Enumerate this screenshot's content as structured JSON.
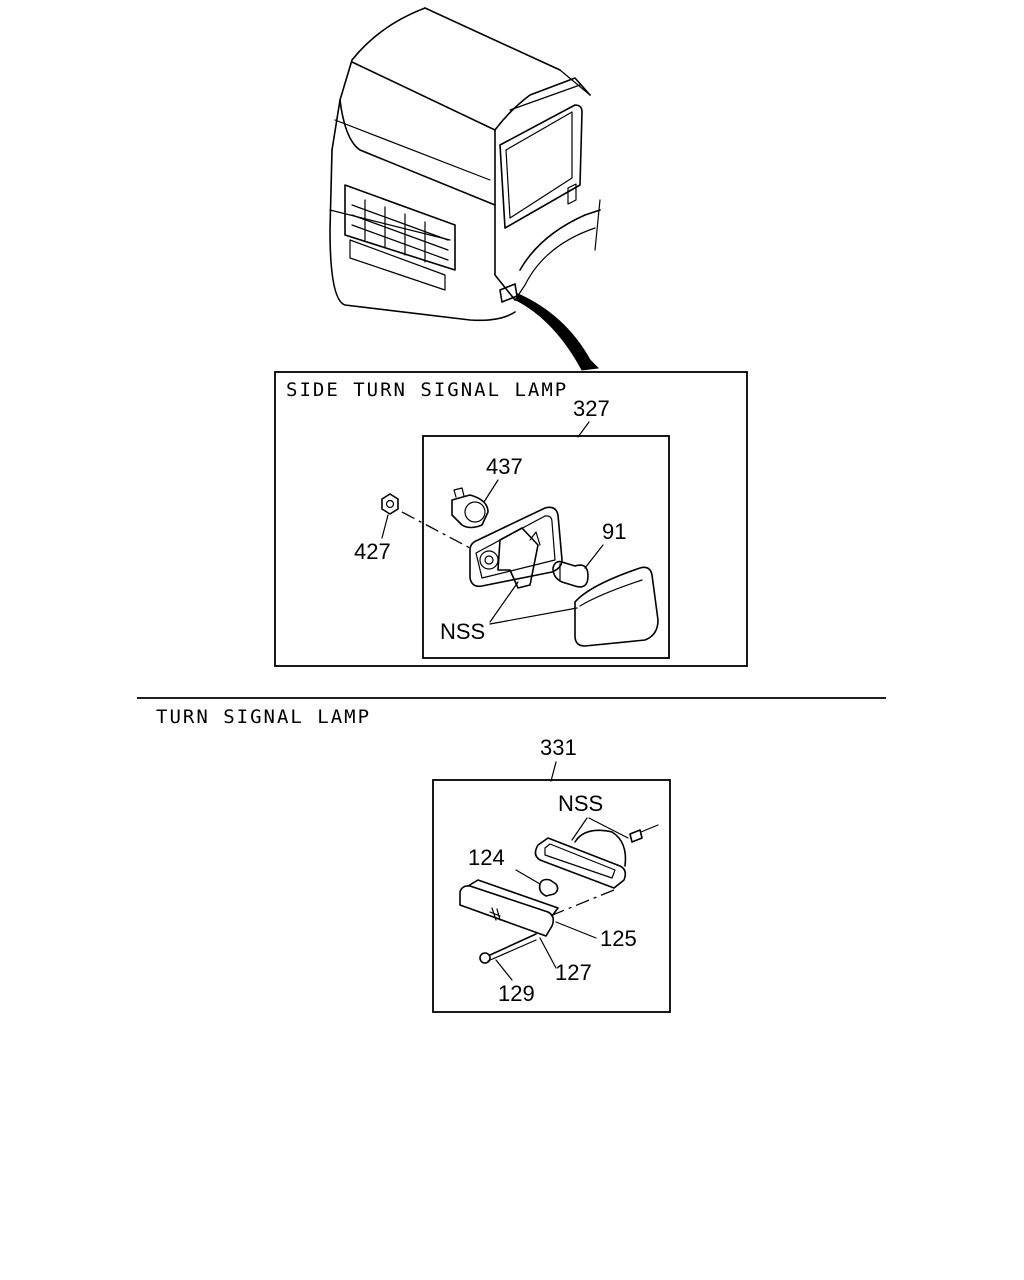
{
  "section_side": {
    "title": "SIDE TURN SIGNAL LAMP",
    "assembly_ref": "327",
    "parts": {
      "p437": "437",
      "p427": "427",
      "p91": "91",
      "nss": "NSS"
    }
  },
  "section_front": {
    "title": "TURN SIGNAL LAMP",
    "assembly_ref": "331",
    "parts": {
      "nss": "NSS",
      "p124": "124",
      "p125": "125",
      "p127": "127",
      "p129": "129"
    }
  }
}
